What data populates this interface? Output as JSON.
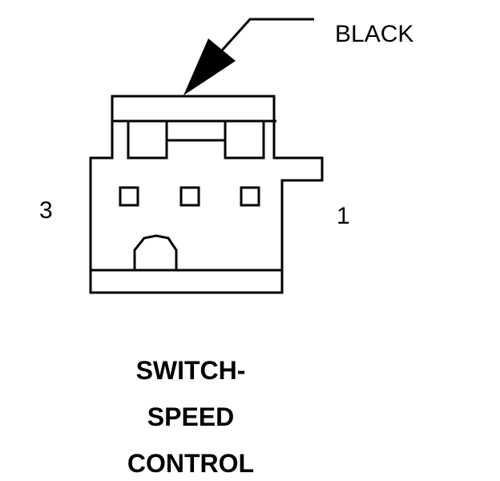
{
  "callout": {
    "wire_color": "BLACK"
  },
  "pins": {
    "left": "3",
    "right": "1"
  },
  "title": {
    "line1": "SWITCH-",
    "line2": "SPEED",
    "line3": "CONTROL"
  },
  "colors": {
    "stroke": "#000000",
    "background": "#ffffff"
  }
}
